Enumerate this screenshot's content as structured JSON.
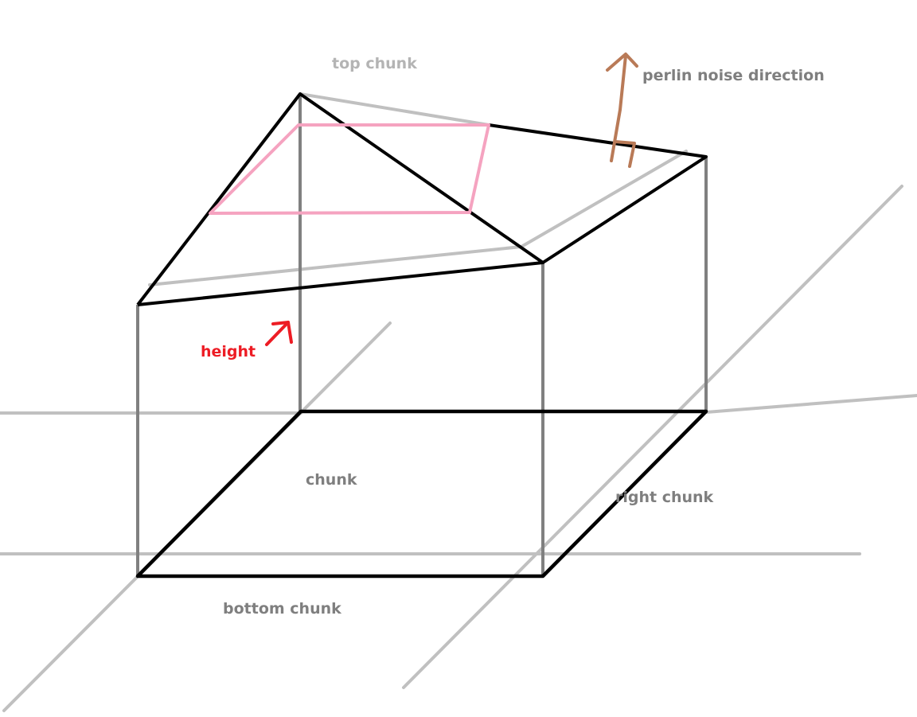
{
  "labels": {
    "top_chunk": "top chunk",
    "perlin": "perlin noise direction",
    "height": "height",
    "chunk": "chunk",
    "right_chunk": "right chunk",
    "bottom_chunk": "bottom chunk"
  },
  "colors": {
    "black_stroke": "#000000",
    "dark_gray_stroke": "#808080",
    "light_gray_stroke": "#c0c0c0",
    "pink_stroke": "#f5a3c0",
    "brown_arrow": "#b97a57",
    "red_arrow": "#ed1c24",
    "label_gray": "#7f7f7f",
    "label_light_gray": "#b4b4b4",
    "label_red": "#ed1c24"
  }
}
